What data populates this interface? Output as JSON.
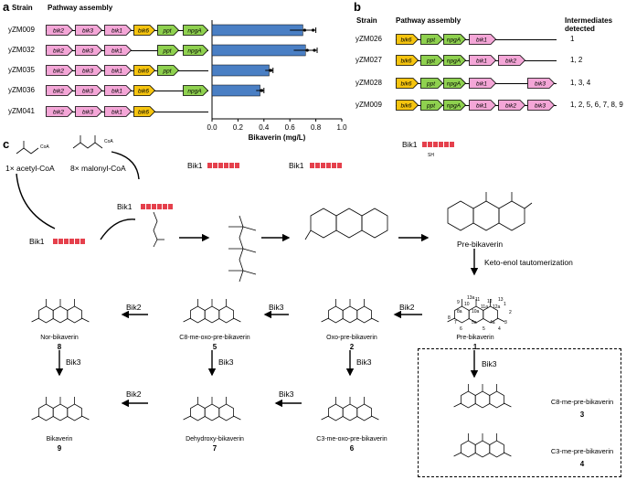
{
  "panels": {
    "a": "a",
    "b": "b",
    "c": "c"
  },
  "panel_a": {
    "header_strain": "Strain",
    "header_pathway": "Pathway assembly",
    "strains": [
      {
        "name": "yZM009",
        "genes": [
          "bik2",
          "bik3",
          "bik1",
          "bik6",
          "ppt",
          "npgA"
        ]
      },
      {
        "name": "yZM032",
        "genes": [
          "bik2",
          "bik3",
          "bik1",
          "",
          "ppt",
          "npgA"
        ]
      },
      {
        "name": "yZM035",
        "genes": [
          "bik2",
          "bik3",
          "bik1",
          "bik6",
          "ppt",
          ""
        ]
      },
      {
        "name": "yZM036",
        "genes": [
          "bik2",
          "bik3",
          "bik1",
          "bik6",
          "",
          "npgA"
        ]
      },
      {
        "name": "yZM041",
        "genes": [
          "bik2",
          "bik3",
          "bik1",
          "bik6",
          "",
          ""
        ]
      }
    ],
    "xlabel": "Bikaverin (mg/L)"
  },
  "chart_data": {
    "type": "bar",
    "orientation": "horizontal",
    "categories": [
      "yZM009",
      "yZM032",
      "yZM035",
      "yZM036",
      "yZM041"
    ],
    "values": [
      0.7,
      0.72,
      0.44,
      0.37,
      0.0
    ],
    "errors": [
      0.1,
      0.09,
      0.03,
      0.03,
      0.0
    ],
    "xlabel": "Bikaverin (mg/L)",
    "xlim": [
      0,
      1.0
    ],
    "xticks": [
      "0.0",
      "0.2",
      "0.4",
      "0.6",
      "0.8",
      "1.0"
    ],
    "color": "#4a7fc4"
  },
  "panel_b": {
    "header_strain": "Strain",
    "header_pathway": "Pathway assembly",
    "header_intermediates": "Intermediates",
    "header_detected": "detected",
    "strains": [
      {
        "name": "yZM026",
        "genes": [
          "bik6",
          "ppt",
          "npgA",
          "bik1"
        ],
        "intermediates": "1"
      },
      {
        "name": "yZM027",
        "genes": [
          "bik6",
          "ppt",
          "npgA",
          "bik1",
          "bik2"
        ],
        "intermediates": "1, 2"
      },
      {
        "name": "yZM028",
        "genes": [
          "bik6",
          "ppt",
          "npgA",
          "bik1",
          "",
          "bik3"
        ],
        "intermediates": "1, 3, 4"
      },
      {
        "name": "yZM009",
        "genes": [
          "bik6",
          "ppt",
          "npgA",
          "bik1",
          "bik2",
          "bik3"
        ],
        "intermediates": "1, 2, 5, 6, 7, 8, 9"
      }
    ]
  },
  "gene_colors": {
    "bik": "#f4a6d7",
    "bik6": "#f5c40f",
    "ppt": "#8fd14f",
    "npgA": "#8fd14f"
  },
  "panel_c": {
    "acetyl": "1× acetyl-CoA",
    "malonyl": "8× malonyl-CoA",
    "coa_label": "CoA",
    "enzyme": "Bik1",
    "sh_label": "SH",
    "prebik": "Pre-bikaverin",
    "keto_enol": "Keto-enol tautomerization",
    "enzymes": {
      "bik2": "Bik2",
      "bik3": "Bik3"
    },
    "compounds": {
      "c1": {
        "name": "Pre-bikaverin",
        "num": "1"
      },
      "c2": {
        "name": "Oxo-pre-bikaverin",
        "num": "2"
      },
      "c3": {
        "name": "C8-me-pre-bikaverin",
        "num": "3"
      },
      "c4": {
        "name": "C3-me-pre-bikaverin",
        "num": "4"
      },
      "c5": {
        "name": "C8-me-oxo-pre-bikaverin",
        "num": "5"
      },
      "c6": {
        "name": "C3-me-oxo-pre-bikaverin",
        "num": "6"
      },
      "c7": {
        "name": "Dehydroxy-bikaverin",
        "num": "7"
      },
      "c8": {
        "name": "Nor-bikaverin",
        "num": "8"
      },
      "c9": {
        "name": "Bikaverin",
        "num": "9"
      }
    },
    "atom_numbers": [
      "1",
      "2",
      "3",
      "4",
      "4a",
      "5",
      "5a",
      "6",
      "7",
      "8",
      "8a",
      "9",
      "10",
      "10a",
      "11",
      "11a",
      "12",
      "12a",
      "13",
      "13a"
    ]
  }
}
